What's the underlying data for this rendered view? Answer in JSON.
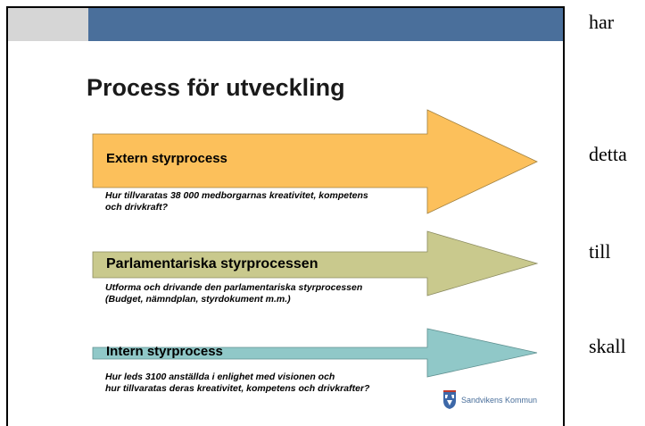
{
  "slide": {
    "title": "Process för utveckling",
    "colors": {
      "top_bar_gray": "#d6d6d6",
      "top_bar_blue": "#4a6f9b",
      "arrow_orange": "#fcc05b",
      "arrow_olive": "#c9c98d",
      "arrow_teal": "#90c8c8"
    },
    "arrows": [
      {
        "label": "Extern styrprocess",
        "description_line1": "Hur tillvaratas 38 000 medborgarnas kreativitet, kompetens",
        "description_line2": "och drivkraft?"
      },
      {
        "label": "Parlamentariska styrprocessen",
        "description_line1": "Utforma och drivande den parlamentariska styrprocessen",
        "description_line2": "(Budget, nämndplan, styrdokument m.m.)"
      },
      {
        "label": "Intern styrprocess",
        "description_line1": "Hur leds 3100 anställda i enlighet med visionen och",
        "description_line2": "hur tillvaratas deras kreativitet, kompetens och drivkrafter?"
      }
    ],
    "logo": {
      "text": "Sandvikens Kommun",
      "icon": "coat-of-arms-icon"
    }
  },
  "side_text": [
    "har",
    "detta",
    "till",
    "skall"
  ]
}
